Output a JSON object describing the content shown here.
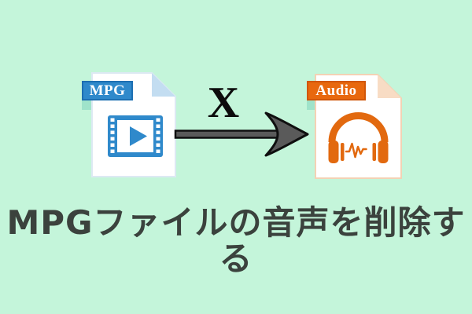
{
  "background_color": "#c4f5da",
  "source_file": {
    "label": "MPG",
    "label_color": "#2f89cb",
    "label_border_color": "#1d6fb2",
    "icon": "film-play-icon",
    "icon_color": "#2f89cb",
    "page_color": "#ffffff",
    "page_border_color": "#dde9f3",
    "corner_fold_color": "#c3ddf1",
    "ribbon_fold_color": "#9fe3ca"
  },
  "target_file": {
    "label": "Audio",
    "label_color": "#e8680e",
    "label_border_color": "#d1570a",
    "icon": "headphones-waveform-icon",
    "icon_color": "#e2690f",
    "page_color": "#ffffff",
    "page_border_color": "#f3d2b4",
    "corner_fold_color": "#f8dcc4",
    "ribbon_fold_color": "#9fe3ca"
  },
  "arrow": {
    "symbol": "X",
    "symbol_color": "#0c0c0c",
    "direction": "right",
    "fill_color": "#5a5a5a",
    "outline_color": "#0f0f0f"
  },
  "caption": {
    "text": "MPGファイルの音声を削除する",
    "color": "#3b423d"
  }
}
